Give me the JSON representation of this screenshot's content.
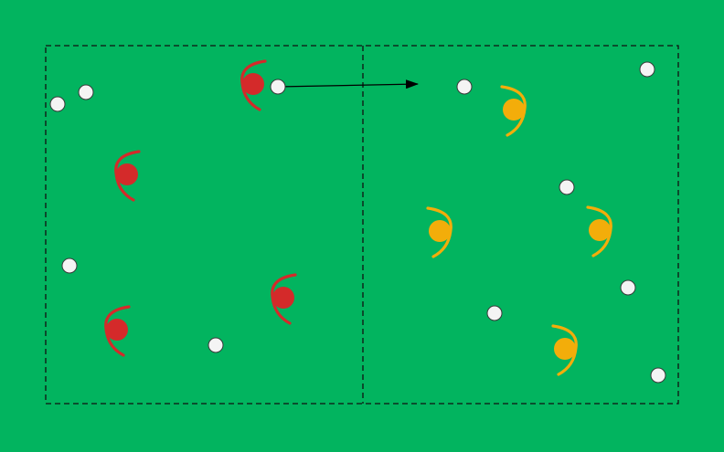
{
  "colors": {
    "background": "#02b45f",
    "boundary": "#111111",
    "team_red": "#d42a2a",
    "team_yellow": "#f3ad0a",
    "ball_fill": "#f4f4f4",
    "ball_stroke": "#3a3a3a",
    "arrow": "#000000"
  },
  "field": {
    "style": "dashed",
    "zones": 2
  },
  "players": [
    {
      "id": "red-1",
      "team": "red",
      "facing": "right"
    },
    {
      "id": "red-2",
      "team": "red",
      "facing": "right"
    },
    {
      "id": "red-3",
      "team": "red",
      "facing": "right"
    },
    {
      "id": "red-4",
      "team": "red",
      "facing": "right"
    },
    {
      "id": "yellow-1",
      "team": "yellow",
      "facing": "left"
    },
    {
      "id": "yellow-2",
      "team": "yellow",
      "facing": "left"
    },
    {
      "id": "yellow-3",
      "team": "yellow",
      "facing": "left"
    },
    {
      "id": "yellow-4",
      "team": "yellow",
      "facing": "left"
    }
  ],
  "balls": [
    {
      "id": "ball-1"
    },
    {
      "id": "ball-2"
    },
    {
      "id": "ball-3"
    },
    {
      "id": "ball-4"
    },
    {
      "id": "ball-5"
    },
    {
      "id": "ball-6"
    },
    {
      "id": "ball-7"
    },
    {
      "id": "ball-8"
    },
    {
      "id": "ball-9"
    },
    {
      "id": "ball-10"
    },
    {
      "id": "ball-11"
    },
    {
      "id": "ball-12"
    }
  ],
  "arrows": [
    {
      "id": "pass-arrow",
      "from": "ball-4",
      "direction": "right"
    }
  ]
}
